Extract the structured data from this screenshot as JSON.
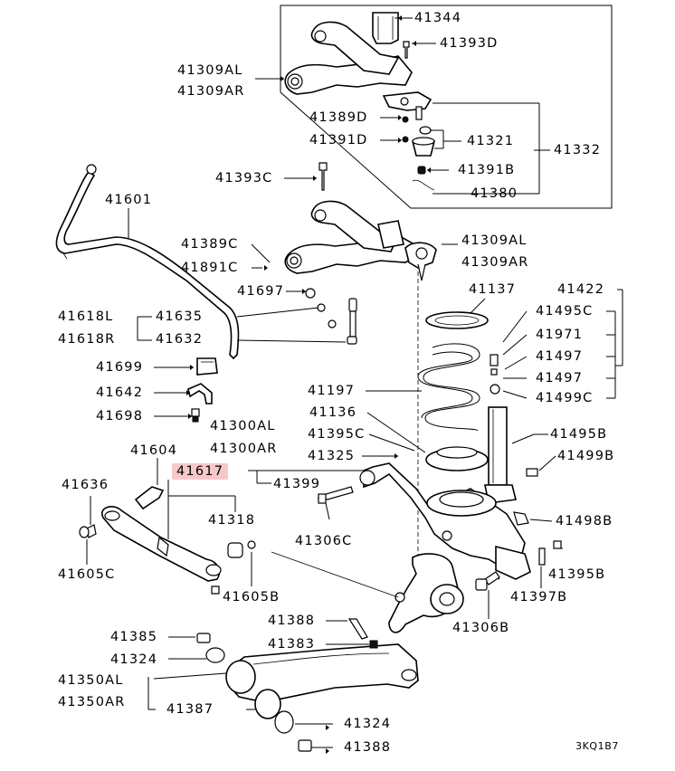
{
  "labels": {
    "l41344": "41344",
    "l41393D": "41393D",
    "l41309AL_a": "41309AL",
    "l41309AR_a": "41309AR",
    "l41389D": "41389D",
    "l41391D": "41391D",
    "l41321": "41321",
    "l41332": "41332",
    "l41391B": "41391B",
    "l41380": "41380",
    "l41393C": "41393C",
    "l41601": "41601",
    "l41389C": "41389C",
    "l41891C": "41891C",
    "l41309AL_b": "41309AL",
    "l41309AR_b": "41309AR",
    "l41697": "41697",
    "l41137": "41137",
    "l41422": "41422",
    "l41618L": "41618L",
    "l41618R": "41618R",
    "l41635": "41635",
    "l41632": "41632",
    "l41495C": "41495C",
    "l41971": "41971",
    "l41497a": "41497",
    "l41497b": "41497",
    "l41499C": "41499C",
    "l41699": "41699",
    "l41642": "41642",
    "l41197": "41197",
    "l41136": "41136",
    "l41698": "41698",
    "l41300AL": "41300AL",
    "l41300AR": "41300AR",
    "l41395C": "41395C",
    "l41495B": "41495B",
    "l41604": "41604",
    "l41325": "41325",
    "l41499B": "41499B",
    "l41617": "41617",
    "l41399": "41399",
    "l41636": "41636",
    "l41318": "41318",
    "l41498B": "41498B",
    "l41306C": "41306C",
    "l41605C": "41605C",
    "l41395B": "41395B",
    "l41605B": "41605B",
    "l41397B": "41397B",
    "l41388a": "41388",
    "l41306B": "41306B",
    "l41383": "41383",
    "l41385": "41385",
    "l41324a": "41324",
    "l41350AL": "41350AL",
    "l41350AR": "41350AR",
    "l41387": "41387",
    "l41324b": "41324",
    "l41388b": "41388",
    "code": "3KQ1B7"
  },
  "highlight_color": "#f6c9c9"
}
